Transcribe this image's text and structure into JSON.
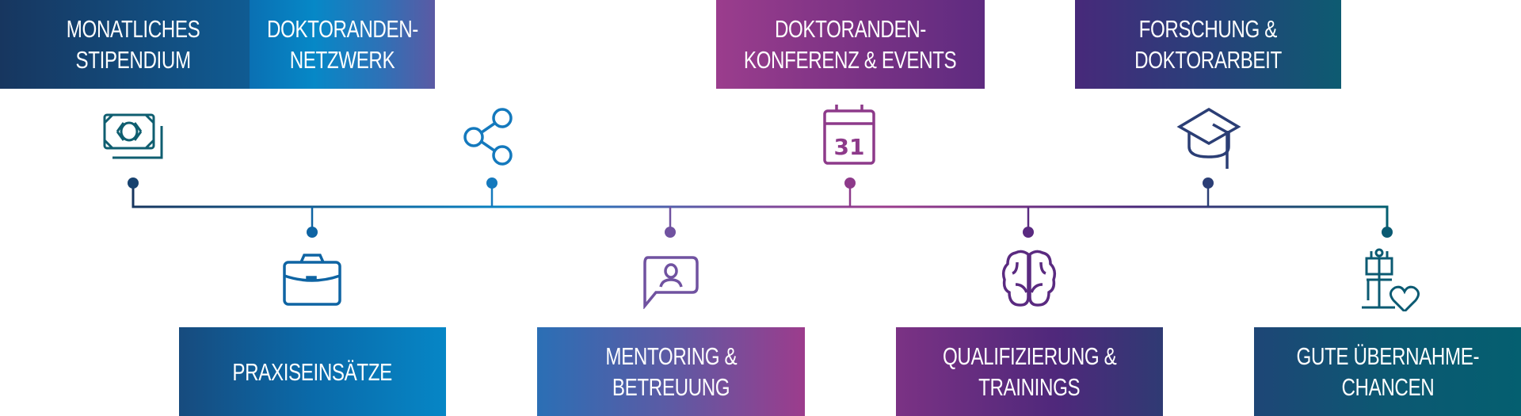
{
  "top_items": [
    {
      "line1": "MONATLICHES",
      "line2": "STIPENDIUM",
      "icon": "money-icon"
    },
    {
      "line1": "DOKTORANDEN-",
      "line2": "NETZWERK",
      "icon": "share-network-icon"
    },
    {
      "line1": "DOKTORANDEN-",
      "line2": "KONFERENZ & EVENTS",
      "icon": "calendar-icon",
      "calendar_day": "31"
    },
    {
      "line1": "FORSCHUNG &",
      "line2": "DOKTORARBEIT",
      "icon": "graduation-cap-icon"
    }
  ],
  "bottom_items": [
    {
      "line1": "PRAXISEINSÄTZE",
      "icon": "briefcase-icon"
    },
    {
      "line1": "MENTORING &",
      "line2": "BETREUUNG",
      "icon": "mentor-chat-icon"
    },
    {
      "line1": "QUALIFIZIERUNG &",
      "line2": "TRAININGS",
      "icon": "brain-icon"
    },
    {
      "line1": "GUTE ÜBERNAHME-",
      "line2": "CHANCEN",
      "icon": "career-heart-icon"
    }
  ],
  "colors": {
    "navy": "#17365f",
    "blue": "#0786c6",
    "magenta": "#9b3d8d",
    "purple": "#4f287b",
    "teal": "#045f70"
  }
}
